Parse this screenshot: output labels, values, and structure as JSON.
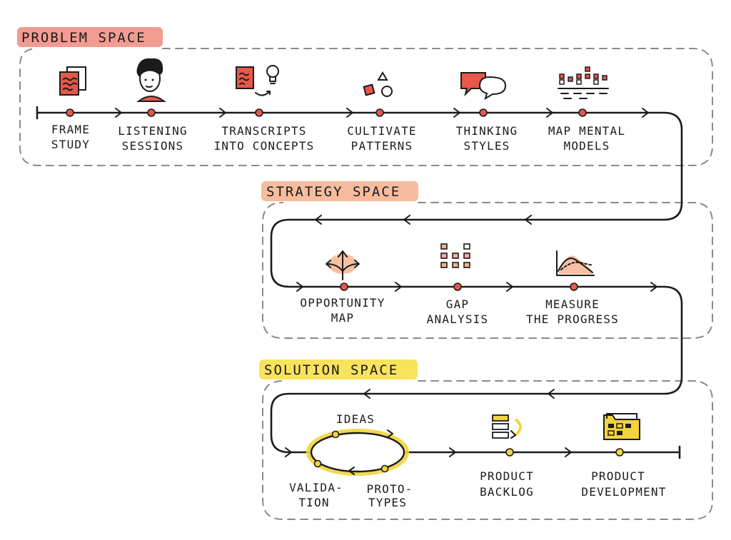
{
  "colors": {
    "problem_highlight": "#f08a7e",
    "strategy_highlight": "#f4b08c",
    "solution_highlight": "#f7e04a",
    "accent_red": "#e8574a",
    "accent_yellow": "#f2d43c",
    "ink": "#1b1b1b",
    "dash": "#8a8a8a"
  },
  "sections": {
    "problem": {
      "title": "PROBLEM SPACE",
      "steps": [
        {
          "line1": "FRAME",
          "line2": "STUDY",
          "icon": "documents-icon"
        },
        {
          "line1": "LISTENING",
          "line2": "SESSIONS",
          "icon": "person-icon"
        },
        {
          "line1": "TRANSCRIPTS",
          "line2": "INTO CONCEPTS",
          "icon": "note-lightbulb-icon"
        },
        {
          "line1": "CULTIVATE",
          "line2": "PATTERNS",
          "icon": "shapes-icon"
        },
        {
          "line1": "THINKING",
          "line2": "STYLES",
          "icon": "speech-bubbles-icon"
        },
        {
          "line1": "MAP MENTAL",
          "line2": "MODELS",
          "icon": "mental-model-blocks-icon"
        }
      ]
    },
    "strategy": {
      "title": "STRATEGY SPACE",
      "steps": [
        {
          "line1": "OPPORTUNITY",
          "line2": "MAP",
          "icon": "split-arrows-icon"
        },
        {
          "line1": "GAP",
          "line2": "ANALYSIS",
          "icon": "grid-blocks-icon"
        },
        {
          "line1": "MEASURE",
          "line2": "THE PROGRESS",
          "icon": "line-chart-icon"
        }
      ]
    },
    "solution": {
      "title": "SOLUTION SPACE",
      "loop": {
        "ideas": "IDEAS",
        "validation_1": "VALIDA-",
        "validation_2": "TION",
        "prototypes_1": "PROTO-",
        "prototypes_2": "TYPES"
      },
      "steps": [
        {
          "line1": "PRODUCT",
          "line2": "BACKLOG",
          "icon": "stacked-list-icon"
        },
        {
          "line1": "PRODUCT",
          "line2": "DEVELOPMENT",
          "icon": "folder-icon"
        }
      ]
    }
  }
}
